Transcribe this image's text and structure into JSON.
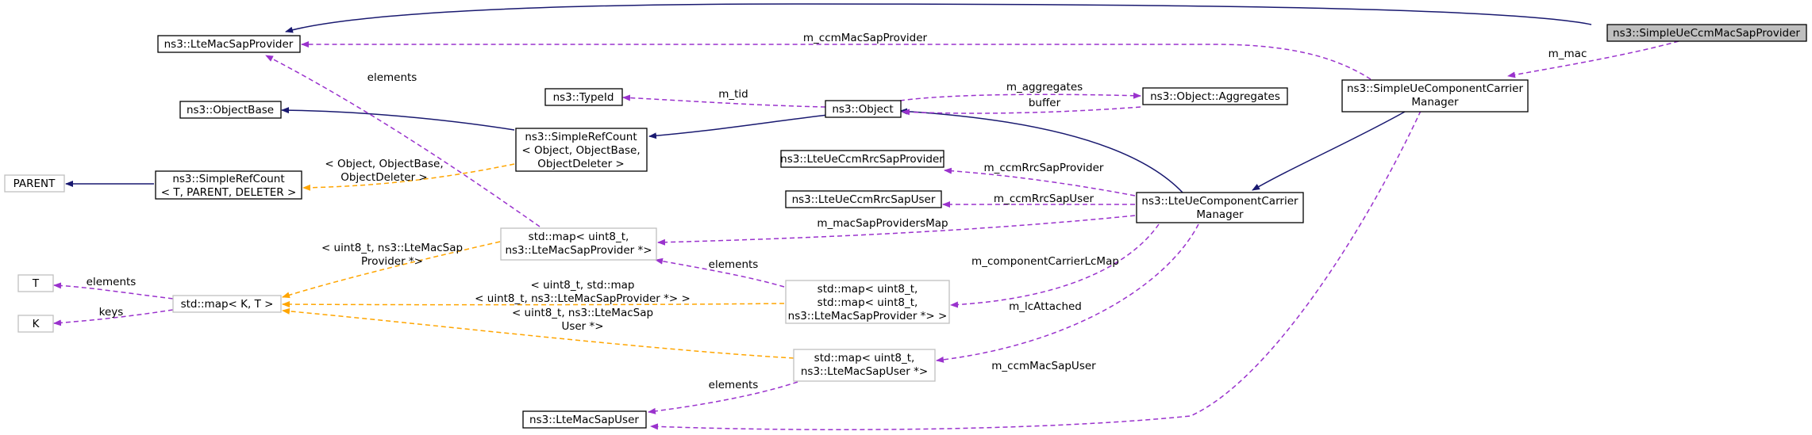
{
  "colors": {
    "inheritance": "#191970",
    "usage": "#9a32cd",
    "template": "#ffa500",
    "node_border": "#000000",
    "external_node_border": "#bfbfbf",
    "highlight_fill": "#bfbfbf"
  },
  "nodes": {
    "simple_ue_ccm_mac_sap_provider": {
      "lines": [
        "ns3::SimpleUeCcmMacSapProvider"
      ]
    },
    "lte_mac_sap_provider": {
      "lines": [
        "ns3::LteMacSapProvider"
      ]
    },
    "simple_ue_component_carrier_manager": {
      "lines": [
        "ns3::SimpleUeComponentCarrier",
        "Manager"
      ]
    },
    "lte_ue_component_carrier_manager": {
      "lines": [
        "ns3::LteUeComponentCarrier",
        "Manager"
      ]
    },
    "object": {
      "lines": [
        "ns3::Object"
      ]
    },
    "type_id": {
      "lines": [
        "ns3::TypeId"
      ]
    },
    "object_aggregates": {
      "lines": [
        "ns3::Object::Aggregates"
      ]
    },
    "object_base": {
      "lines": [
        "ns3::ObjectBase"
      ]
    },
    "simple_ref_count_object": {
      "lines": [
        "ns3::SimpleRefCount",
        "< Object, ObjectBase,",
        "ObjectDeleter >"
      ]
    },
    "simple_ref_count_template": {
      "lines": [
        "ns3::SimpleRefCount",
        "< T, PARENT, DELETER >"
      ]
    },
    "parent": {
      "lines": [
        "PARENT"
      ]
    },
    "lte_ue_ccm_rrc_sap_provider": {
      "lines": [
        "ns3::LteUeCcmRrcSapProvider"
      ]
    },
    "lte_ue_ccm_rrc_sap_user": {
      "lines": [
        "ns3::LteUeCcmRrcSapUser"
      ]
    },
    "map_provider": {
      "lines": [
        "std::map< uint8_t,",
        "ns3::LteMacSapProvider *>"
      ]
    },
    "map_nested": {
      "lines": [
        "std::map< uint8_t,",
        "std::map< uint8_t,",
        "ns3::LteMacSapProvider *> >"
      ]
    },
    "map_user": {
      "lines": [
        "std::map< uint8_t,",
        "ns3::LteMacSapUser *>"
      ]
    },
    "std_map_kt": {
      "lines": [
        "std::map< K, T >"
      ]
    },
    "t": {
      "lines": [
        "T"
      ]
    },
    "k": {
      "lines": [
        "K"
      ]
    },
    "lte_mac_sap_user": {
      "lines": [
        "ns3::LteMacSapUser"
      ]
    }
  },
  "edge_labels": {
    "m_mac": [
      "m_mac"
    ],
    "m_ccmMacSapProvider": [
      "m_ccmMacSapProvider"
    ],
    "elements_provider": [
      "elements"
    ],
    "m_tid": [
      "m_tid"
    ],
    "m_aggregates": [
      "m_aggregates"
    ],
    "buffer": [
      "buffer"
    ],
    "tmpl_object": [
      "< Object, ObjectBase,",
      "ObjectDeleter >"
    ],
    "m_ccmRrcSapProvider": [
      "m_ccmRrcSapProvider"
    ],
    "m_ccmRrcSapUser": [
      "m_ccmRrcSapUser"
    ],
    "m_macSapProvidersMap": [
      "m_macSapProvidersMap"
    ],
    "tmpl_provider": [
      "< uint8_t, ns3::LteMacSap",
      "Provider *>"
    ],
    "elements_nested": [
      "elements"
    ],
    "tmpl_nested": [
      "< uint8_t, std::map",
      "< uint8_t, ns3::LteMacSapProvider *> >"
    ],
    "m_componentCarrierLcMap": [
      "m_componentCarrierLcMap"
    ],
    "tmpl_user": [
      "< uint8_t, ns3::LteMacSap",
      "User *>"
    ],
    "m_lcAttached": [
      "m_lcAttached"
    ],
    "elements_t": [
      "elements"
    ],
    "keys_k": [
      "keys"
    ],
    "elements_user": [
      "elements"
    ],
    "m_ccmMacSapUser": [
      "m_ccmMacSapUser"
    ]
  }
}
